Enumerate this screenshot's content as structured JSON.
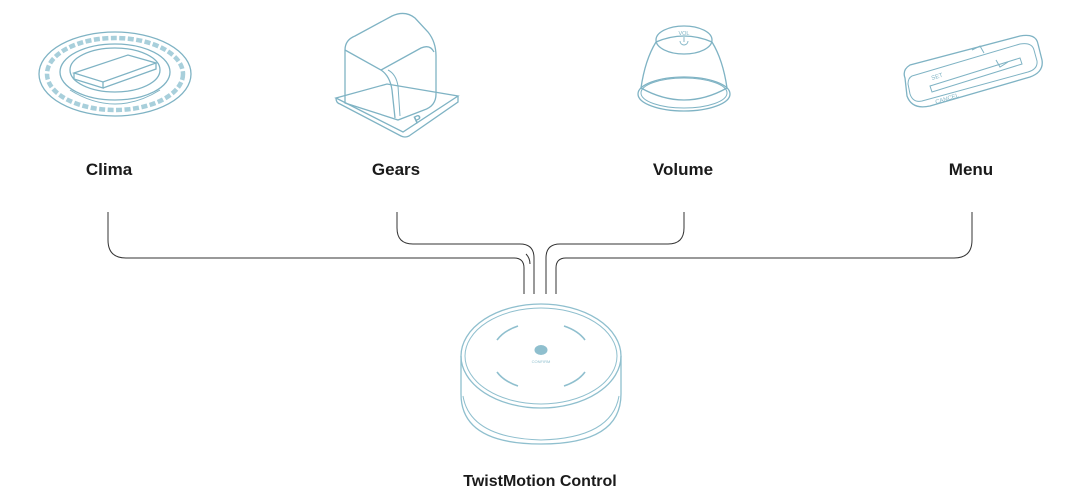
{
  "devices": [
    {
      "id": "clima",
      "label": "Clima"
    },
    {
      "id": "gears",
      "label": "Gears",
      "knob_letter": "P"
    },
    {
      "id": "volume",
      "label": "Volume",
      "knob_text": "VOL"
    },
    {
      "id": "menu",
      "label": "Menu",
      "buttons": {
        "set": "SET",
        "cancel": "CANCEL"
      }
    }
  ],
  "controller": {
    "label": "TwistMotion Control",
    "center_text": "CONFIRM"
  },
  "colors": {
    "device_stroke": "#7fb3c4",
    "device_accent": "#8fbfce",
    "connector_line": "#333333",
    "label_text": "#1a1a1a"
  }
}
